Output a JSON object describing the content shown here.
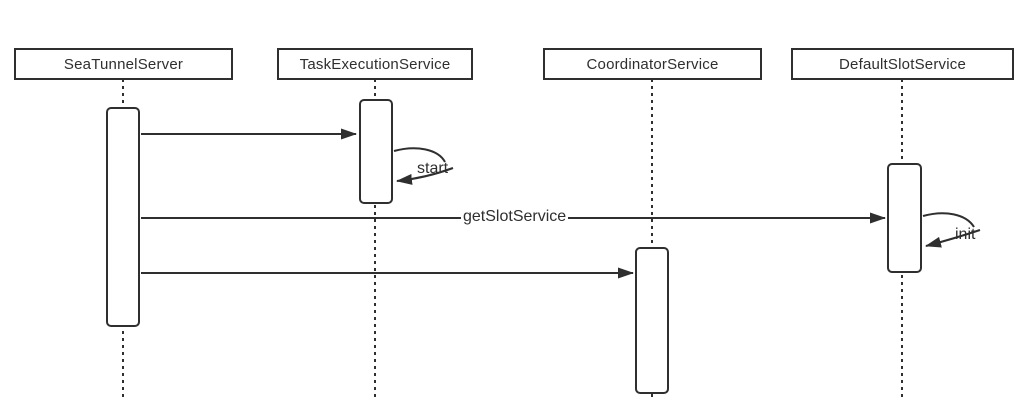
{
  "diagram": {
    "kind": "uml-sequence-diagram",
    "participants": [
      {
        "id": "seatunnel-server",
        "name": "SeaTunnelServer"
      },
      {
        "id": "task-execution-service",
        "name": "TaskExecutionService"
      },
      {
        "id": "coordinator-service",
        "name": "CoordinatorService"
      },
      {
        "id": "default-slot-service",
        "name": "DefaultSlotService"
      }
    ],
    "messages": [
      {
        "from": "SeaTunnelServer",
        "to": "TaskExecutionService",
        "label": "",
        "type": "call"
      },
      {
        "from": "TaskExecutionService",
        "to": "TaskExecutionService",
        "label": "start",
        "type": "self"
      },
      {
        "from": "SeaTunnelServer",
        "to": "DefaultSlotService",
        "label": "getSlotService",
        "type": "call"
      },
      {
        "from": "DefaultSlotService",
        "to": "DefaultSlotService",
        "label": "init",
        "type": "self"
      },
      {
        "from": "SeaTunnelServer",
        "to": "CoordinatorService",
        "label": "",
        "type": "call"
      }
    ],
    "colors": {
      "line": "#2f2f2f",
      "box_fill": "#ffffff",
      "background": "#ffffff"
    }
  }
}
